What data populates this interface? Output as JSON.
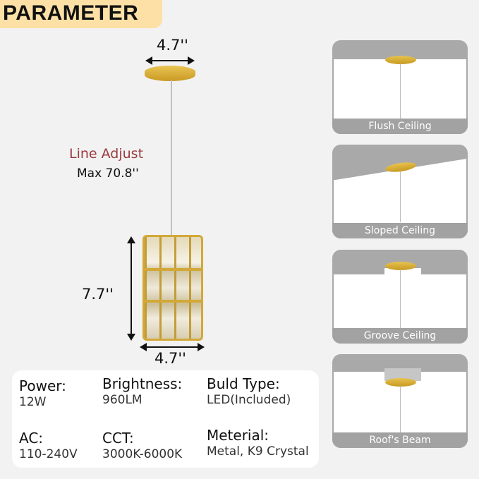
{
  "header": {
    "title": "PARAMETER",
    "badge_color": "#fde0a6"
  },
  "dimensions": {
    "canopy_width": "4.7''",
    "shade_height": "7.7''",
    "shade_width": "4.7''"
  },
  "line_adjust": {
    "label": "Line Adjust",
    "value": "Max 70.8''",
    "label_color": "#9b3a3f"
  },
  "specs": [
    {
      "label": "Power:",
      "value": "12W"
    },
    {
      "label": "Brightness:",
      "value": "960LM"
    },
    {
      "label": "Buld Type:",
      "value": "LED(Included)"
    },
    {
      "label": "AC:",
      "value": "110-240V"
    },
    {
      "label": "CCT:",
      "value": "3000K-6000K"
    },
    {
      "label": "Meterial:",
      "value": "Metal, K9 Crystal"
    }
  ],
  "mount_types": [
    {
      "label": "Flush Ceiling"
    },
    {
      "label": "Sloped Ceiling"
    },
    {
      "label": "Groove Ceiling"
    },
    {
      "label": "Roof's Beam"
    }
  ]
}
